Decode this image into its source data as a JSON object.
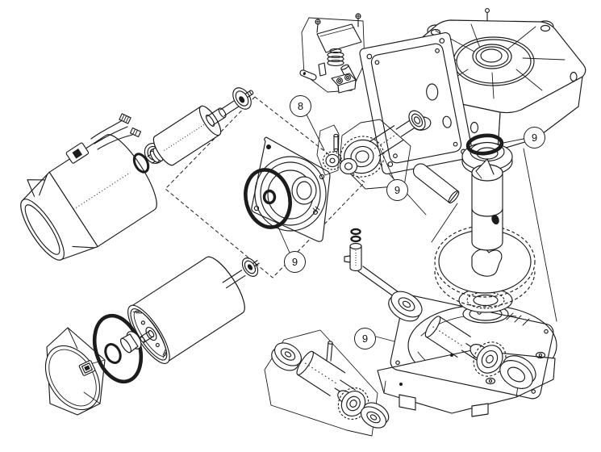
{
  "diagram": {
    "figure_type": "exploded-view-parts-diagram",
    "background_color": "#ffffff",
    "line_color": "#1c1c1c",
    "callouts": [
      {
        "label": "8",
        "target": "drive-pinion-kit"
      },
      {
        "label": "9",
        "target": "intermediate-worm-shaft"
      },
      {
        "label": "9",
        "target": "output-seal-o-ring"
      },
      {
        "label": "9",
        "target": "flange-o-ring"
      },
      {
        "label": "9",
        "target": "base-gasket"
      }
    ],
    "parts": [
      "stator-motor-assembly",
      "motor-lead-wires",
      "armature-rotor",
      "rotor-ball-bearing",
      "thrust-washer",
      "shaft-o-ring",
      "assembly-phantom-outline",
      "motor-flange-plate",
      "flange-o-ring",
      "limit-switch-kit",
      "drive-pinion",
      "intermediate-gear-cluster",
      "intermediate-worm-shaft",
      "worm-shaft-bearing",
      "mounting-bracket-plate",
      "cover-gasket",
      "gearbox-cover-housing",
      "output-seal-o-ring",
      "output-shaft",
      "output-gear",
      "splined-coupler",
      "idler-pin",
      "limit-drive-shaft",
      "gearbox-base-housing",
      "base-gasket",
      "base-worm-shaft",
      "worm-pinion-gear",
      "flanged-bearing",
      "worm-gear-service-kit",
      "motor-can",
      "motor-shaft-bearing",
      "end-cap-o-ring",
      "retainer-o-ring",
      "bearing-retainer",
      "motor-end-cap",
      "end-cap-connector"
    ]
  }
}
